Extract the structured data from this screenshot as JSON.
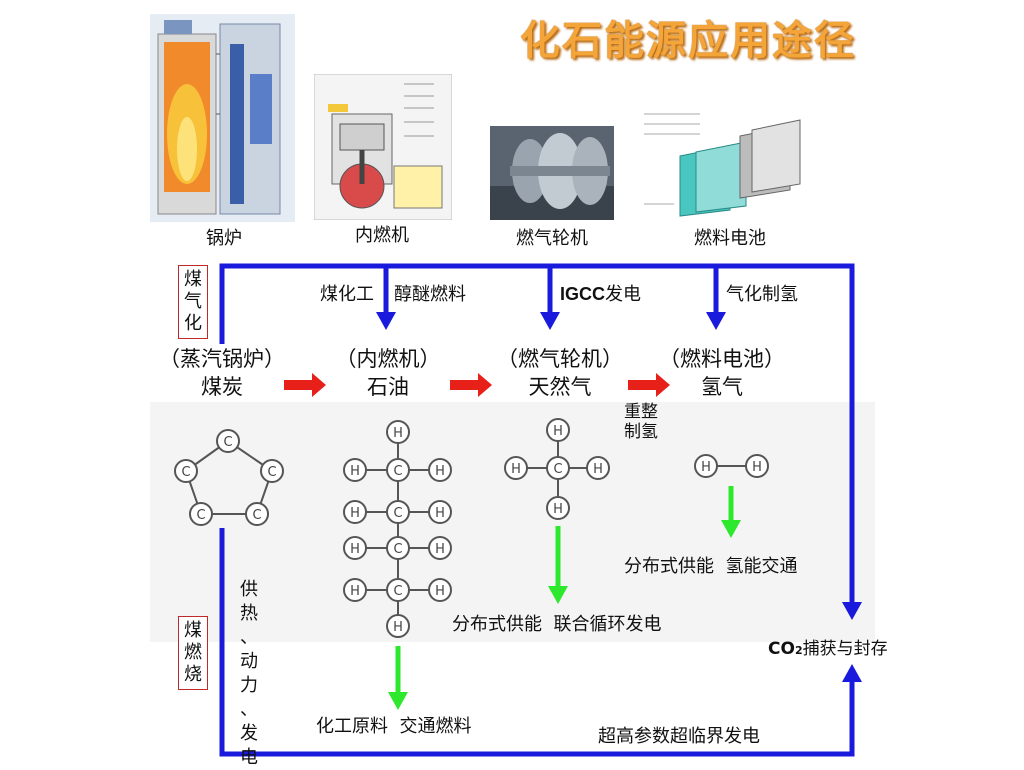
{
  "title": "化石能源应用途径",
  "devices": {
    "boiler": "锅炉",
    "ice": "内燃机",
    "turbine": "燃气轮机",
    "fuel_cell": "燃料电池"
  },
  "side_labels": {
    "gasification": "煤\n气\n化",
    "combustion": "煤\n燃\n烧"
  },
  "top_branches": {
    "coal_chem": "煤化工",
    "ether_fuel": "醇醚燃料",
    "igcc": "IGCC",
    "igcc_power": "发电",
    "h2_gas": "气化制氢"
  },
  "stages": [
    {
      "device": "（蒸汽锅炉）",
      "fuel": "煤炭"
    },
    {
      "device": "（内燃机）",
      "fuel": "石油"
    },
    {
      "device": "（燃气轮机）",
      "fuel": "天然气"
    },
    {
      "device": "（燃料电池）",
      "fuel": "氢气"
    }
  ],
  "reforming": "重整\n制氢",
  "coal_uses": "供\n热\n、\n动\n力\n、\n发\n电",
  "outputs": {
    "oil": "化工原料  交通燃料",
    "gas": "分布式供能  联合循环发电",
    "h2": "分布式供能  氢能交通"
  },
  "co2": {
    "prefix": "CO",
    "sub": "2",
    "suffix": "捕获与封存"
  },
  "bottom": "超高参数超临界发电",
  "atoms": {
    "c": "C",
    "h": "H"
  },
  "colors": {
    "blue": "#1a1adc",
    "red": "#e8201a",
    "green": "#2ee82e",
    "title": "#f4a53a"
  }
}
